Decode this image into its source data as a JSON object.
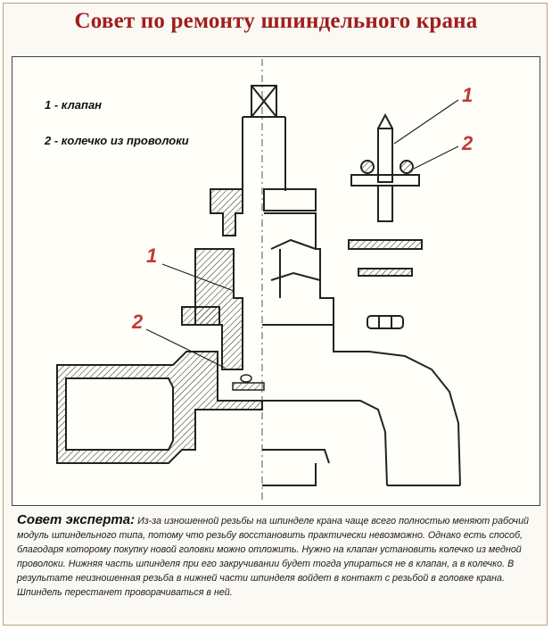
{
  "title": "Совет по ремонту шпиндельного крана",
  "legend": {
    "item1": "1 - клапан",
    "item2": "2 - колечко из проволоки"
  },
  "callouts": {
    "left_1": "1",
    "left_2": "2",
    "right_1": "1",
    "right_2": "2"
  },
  "advice": {
    "lead": "Совет эксперта:",
    "text": " Из-за изношенной резьбы на шпинделе крана чаще всего полностью меняют рабочий модуль шпиндельного типа, потому что резьбу восстановить практически невозможно. Однако есть способ, благодаря которому покупку новой головки можно отложить. Нужно на клапан установить колечко из медной проволоки. Нижняя часть шпинделя при его закручивании будет тогда упираться не в клапан, а в колечко. В результате неизношенная резьба в нижней части шпинделя войдет в контакт с резьбой в головке крана. Шпиндель перестанет проворачиваться в ней."
  },
  "colors": {
    "title": "#a01e1e",
    "callout": "#c03a34",
    "frame": "#b9a27e"
  }
}
